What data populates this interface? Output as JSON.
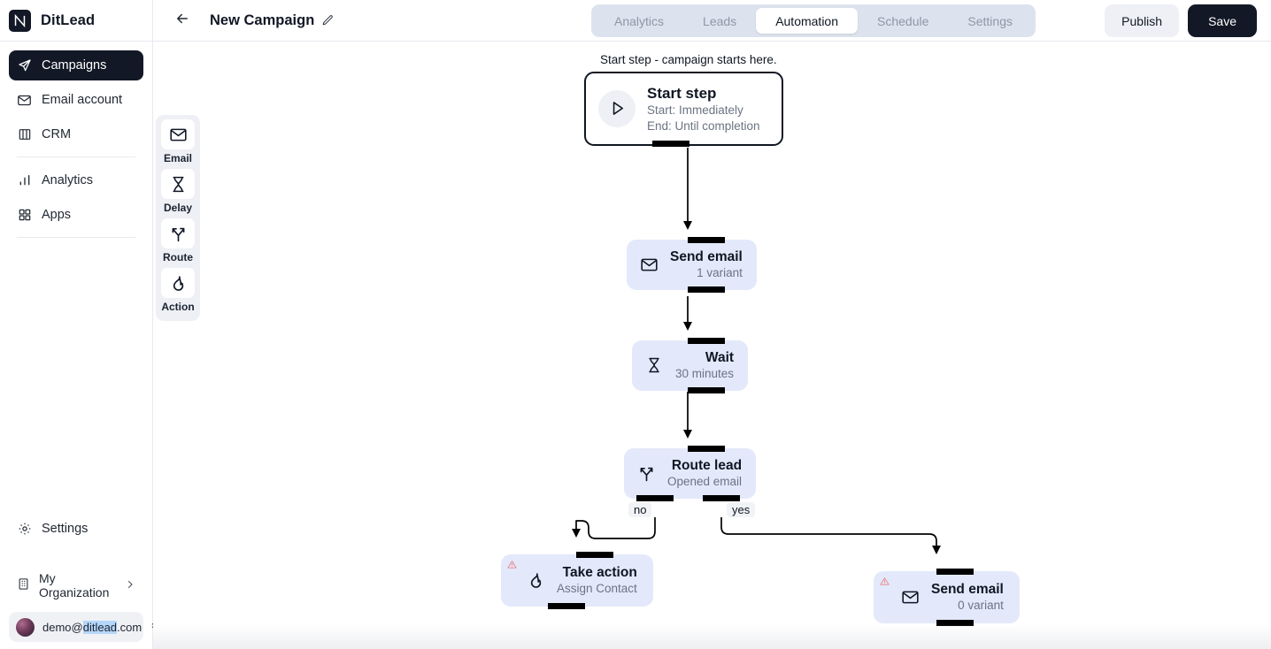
{
  "brand": {
    "name": "DitLead",
    "logo_icon": "ditlead-logo-icon"
  },
  "sidebar": {
    "items": [
      {
        "label": "Campaigns",
        "icon": "paper-plane-icon",
        "active": true
      },
      {
        "label": "Email account",
        "icon": "envelope-icon",
        "active": false
      },
      {
        "label": "CRM",
        "icon": "columns-icon",
        "active": false
      },
      {
        "label": "Analytics",
        "icon": "bar-chart-icon",
        "active": false
      },
      {
        "label": "Apps",
        "icon": "grid-icon",
        "active": false
      }
    ],
    "settings": {
      "label": "Settings",
      "icon": "gear-icon"
    },
    "organization": {
      "label": "My Organization",
      "icon": "building-icon",
      "chevron": "chevron-right-icon"
    },
    "account": {
      "email_prefix": "demo@",
      "email_selected": "ditlead",
      "email_suffix": ".com",
      "switcher_icon": "chevron-up-down-icon"
    }
  },
  "topbar": {
    "back_icon": "arrow-left-icon",
    "campaign_title": "New Campaign",
    "edit_icon": "pencil-icon",
    "tabs": [
      {
        "label": "Analytics",
        "active": false
      },
      {
        "label": "Leads",
        "active": false
      },
      {
        "label": "Automation",
        "active": true
      },
      {
        "label": "Schedule",
        "active": false
      },
      {
        "label": "Settings",
        "active": false
      }
    ],
    "publish_label": "Publish",
    "save_label": "Save"
  },
  "palette": {
    "items": [
      {
        "label": "Email",
        "icon": "envelope-icon"
      },
      {
        "label": "Delay",
        "icon": "hourglass-icon"
      },
      {
        "label": "Route",
        "icon": "branch-icon"
      },
      {
        "label": "Action",
        "icon": "flame-icon"
      }
    ]
  },
  "canvas": {
    "start_hint": "Start step - campaign starts here.",
    "nodes": [
      {
        "id": "start",
        "title": "Start step",
        "sub1": "Start: Immediately",
        "sub2": "End: Until completion",
        "icon": "play-icon",
        "warning": false
      },
      {
        "id": "send-email-1",
        "title": "Send email",
        "sub1": "1 variant",
        "icon": "envelope-icon",
        "warning": false
      },
      {
        "id": "wait-1",
        "title": "Wait",
        "sub1": "30 minutes",
        "icon": "hourglass-icon",
        "warning": false
      },
      {
        "id": "route-lead-1",
        "title": "Route lead",
        "sub1": "Opened email",
        "icon": "branch-icon",
        "warning": false
      },
      {
        "id": "take-action-1",
        "title": "Take action",
        "sub1": "Assign Contact",
        "icon": "flame-icon",
        "warning": true,
        "warning_icon": "warning-triangle-icon"
      },
      {
        "id": "send-email-2",
        "title": "Send email",
        "sub1": "0 variant",
        "icon": "envelope-icon",
        "warning": true,
        "warning_icon": "warning-triangle-icon"
      }
    ],
    "edge_labels": [
      {
        "id": "no",
        "label": "no"
      },
      {
        "id": "yes",
        "label": "yes"
      }
    ]
  },
  "colors": {
    "accent_dark": "#121826",
    "node_fill": "#e3e9fa",
    "tabbar_bg": "#dde3ee",
    "warning": "#e8848a"
  }
}
